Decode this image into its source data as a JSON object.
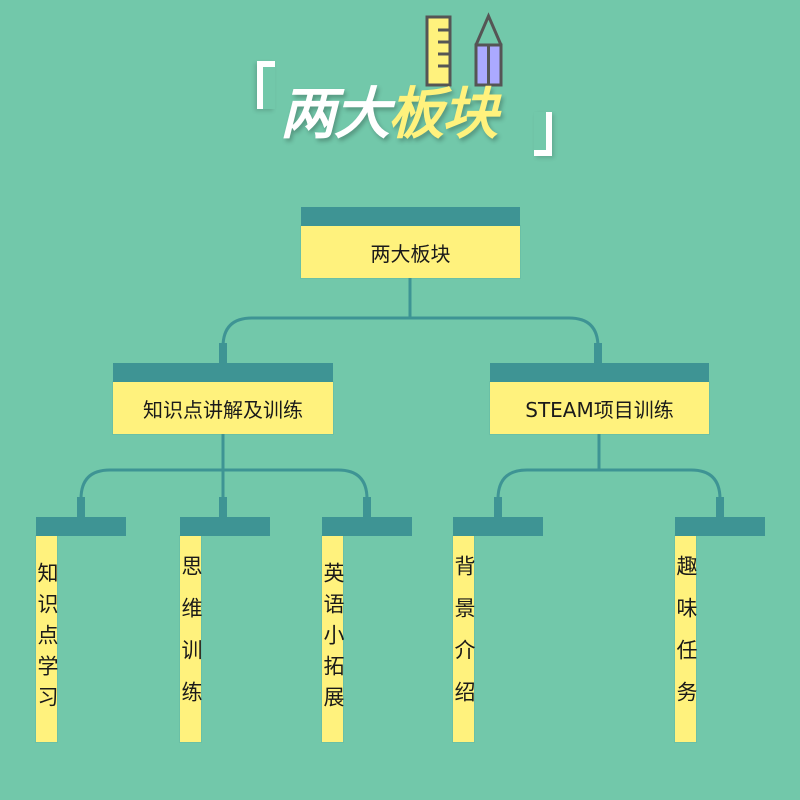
{
  "title": {
    "bracket_open": "「",
    "bracket_close": "」",
    "part_white": "两大",
    "part_yellow": "板块",
    "decorations": [
      "ruler-icon",
      "pencil-icon"
    ]
  },
  "colors": {
    "background": "#72C8AA",
    "box_header": "#3E9494",
    "box_body": "#FFF27D",
    "connector": "#3E9494",
    "title_white": "#FFFFFF",
    "title_yellow": "#FFF27D",
    "pencil_fill": "#ABA9FF"
  },
  "tree": {
    "root": {
      "label": "两大板块"
    },
    "branches": [
      {
        "label": "知识点讲解及训练",
        "children": [
          {
            "label": "知识点学习"
          },
          {
            "label": "思维训练"
          },
          {
            "label": "英语小拓展"
          }
        ]
      },
      {
        "label": "STEAM项目训练",
        "children": [
          {
            "label": "背景介绍"
          },
          {
            "label": "趣味任务"
          }
        ]
      }
    ]
  }
}
